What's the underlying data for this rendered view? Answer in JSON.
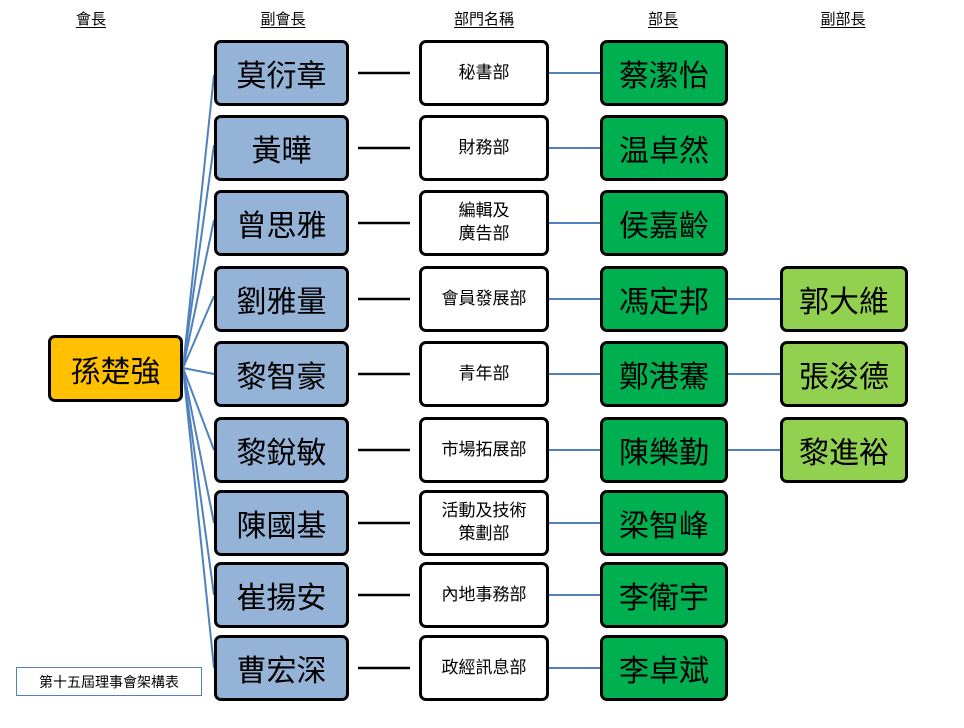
{
  "headers": {
    "president": "會長",
    "vice_president": "副會長",
    "department": "部門名稱",
    "head": "部長",
    "deputy_head": "副部長"
  },
  "president": "孫楚強",
  "rows": [
    {
      "vice_president": "莫衍章",
      "department": "秘書部",
      "head": "蔡潔怡",
      "deputy": null
    },
    {
      "vice_president": "黃曄",
      "department": "財務部",
      "head": "温卓然",
      "deputy": null
    },
    {
      "vice_president": "曾思雅",
      "department": "編輯及\n廣告部",
      "head": "侯嘉齡",
      "deputy": null
    },
    {
      "vice_president": "劉雅量",
      "department": "會員發展部",
      "head": "馮定邦",
      "deputy": "郭大維"
    },
    {
      "vice_president": "黎智豪",
      "department": "青年部",
      "head": "鄭港騫",
      "deputy": "張浚德"
    },
    {
      "vice_president": "黎銳敏",
      "department": "市場拓展部",
      "head": "陳樂勤",
      "deputy": "黎進裕"
    },
    {
      "vice_president": "陳國基",
      "department": "活動及技術\n策劃部",
      "head": "梁智峰",
      "deputy": null
    },
    {
      "vice_president": "崔揚安",
      "department": "內地事務部",
      "head": "李衛宇",
      "deputy": null
    },
    {
      "vice_president": "曹宏深",
      "department": "政經訊息部",
      "head": "李卓斌",
      "deputy": null
    }
  ],
  "caption": "第十五屆理事會架構表",
  "colors": {
    "president_fill": "#ffc000",
    "vice_president_fill": "#95b3d7",
    "department_fill": "#ffffff",
    "head_fill": "#00b050",
    "deputy_fill": "#92d050",
    "connector_blue": "#4f81bd",
    "connector_black": "#000000"
  }
}
